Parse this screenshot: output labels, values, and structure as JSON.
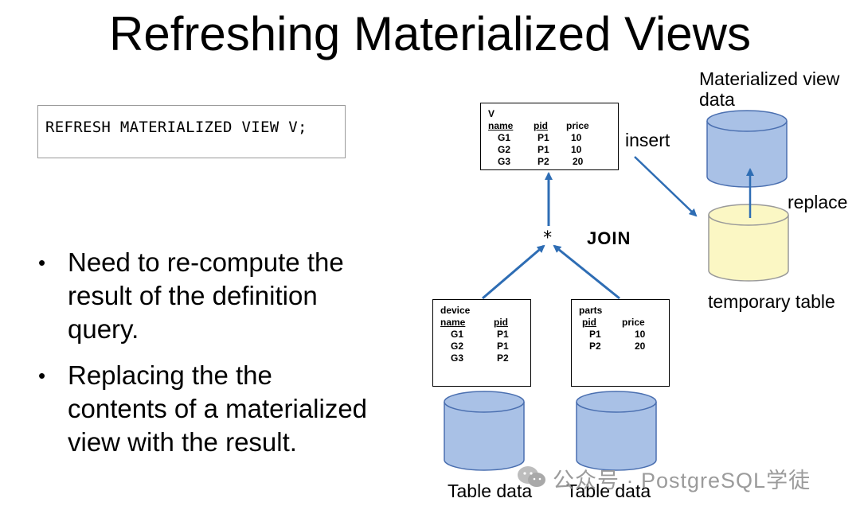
{
  "title": "Refreshing Materialized Views",
  "code": "REFRESH MATERIALIZED VIEW V;",
  "bullets": [
    [
      "Need to re-compute the",
      "result of the definition",
      "query."
    ],
    [
      "Replacing the the",
      "contents of a materialized",
      "view with the result."
    ]
  ],
  "diagram": {
    "view_table": {
      "name": "V",
      "columns": [
        "name",
        "pid",
        "price"
      ],
      "rows": [
        [
          "G1",
          "P1",
          "10"
        ],
        [
          "G2",
          "P1",
          "10"
        ],
        [
          "G3",
          "P2",
          "20"
        ]
      ]
    },
    "device_table": {
      "name": "device",
      "columns": [
        "name",
        "pid"
      ],
      "rows": [
        [
          "G1",
          "P1"
        ],
        [
          "G2",
          "P1"
        ],
        [
          "G3",
          "P2"
        ]
      ]
    },
    "parts_table": {
      "name": "parts",
      "columns": [
        "pid",
        "price"
      ],
      "rows": [
        [
          "P1",
          "10"
        ],
        [
          "P2",
          "20"
        ]
      ]
    },
    "join_symbol": "*",
    "join_label": "JOIN",
    "insert_label": "insert",
    "replace_label": "replace",
    "mv_data_label": [
      "Materialized view",
      "data"
    ],
    "temp_table_label": "temporary table",
    "table_data_left": "Table data",
    "table_data_right": "Table data",
    "watermark": "公众号 · PostgreSQL学徒"
  },
  "colors": {
    "arrow": "#2e6db4",
    "cylinder_blue": "#a9c1e6",
    "cylinder_blue_stroke": "#4a6fb0",
    "cylinder_yellow": "#fbf7c4",
    "cylinder_yellow_stroke": "#9a9a9a"
  }
}
